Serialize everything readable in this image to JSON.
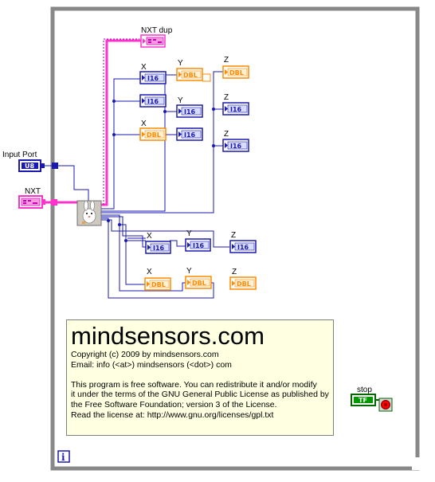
{
  "colors": {
    "frame": "#888888",
    "i16": "#1a1ab0",
    "dbl": "#ff8a00",
    "u8": "#1a1ab0",
    "cluster": "#ff33cc",
    "bool": "#006600",
    "stop_led": "#ff0000"
  },
  "labels": {
    "nxt_dup": "NXT dup",
    "input_port": "Input Port",
    "nxt": "NXT",
    "stop": "stop",
    "x": "X",
    "y": "Y",
    "z": "Z"
  },
  "terminals": {
    "i16": "I16",
    "dbl": "DBL",
    "u8": "U8",
    "bool": "TF"
  },
  "icons": {
    "subvi": "bunny-subvi-icon",
    "info": "info-icon",
    "stop_led": "stop-button-icon"
  },
  "note": {
    "title": "mindsensors.com",
    "lines": [
      "Copyright (c) 2009 by mindsensors.com",
      "Email: info (<at>) mindsensors (<dot>) com",
      "",
      "This program is free software. You can redistribute it and/or modify",
      "it under the terms of the GNU General Public License as published by",
      "the Free Software Foundation; version 3 of the License.",
      "Read the license at: http://www.gnu.org/licenses/gpl.txt"
    ]
  },
  "info_icon_label": "i"
}
